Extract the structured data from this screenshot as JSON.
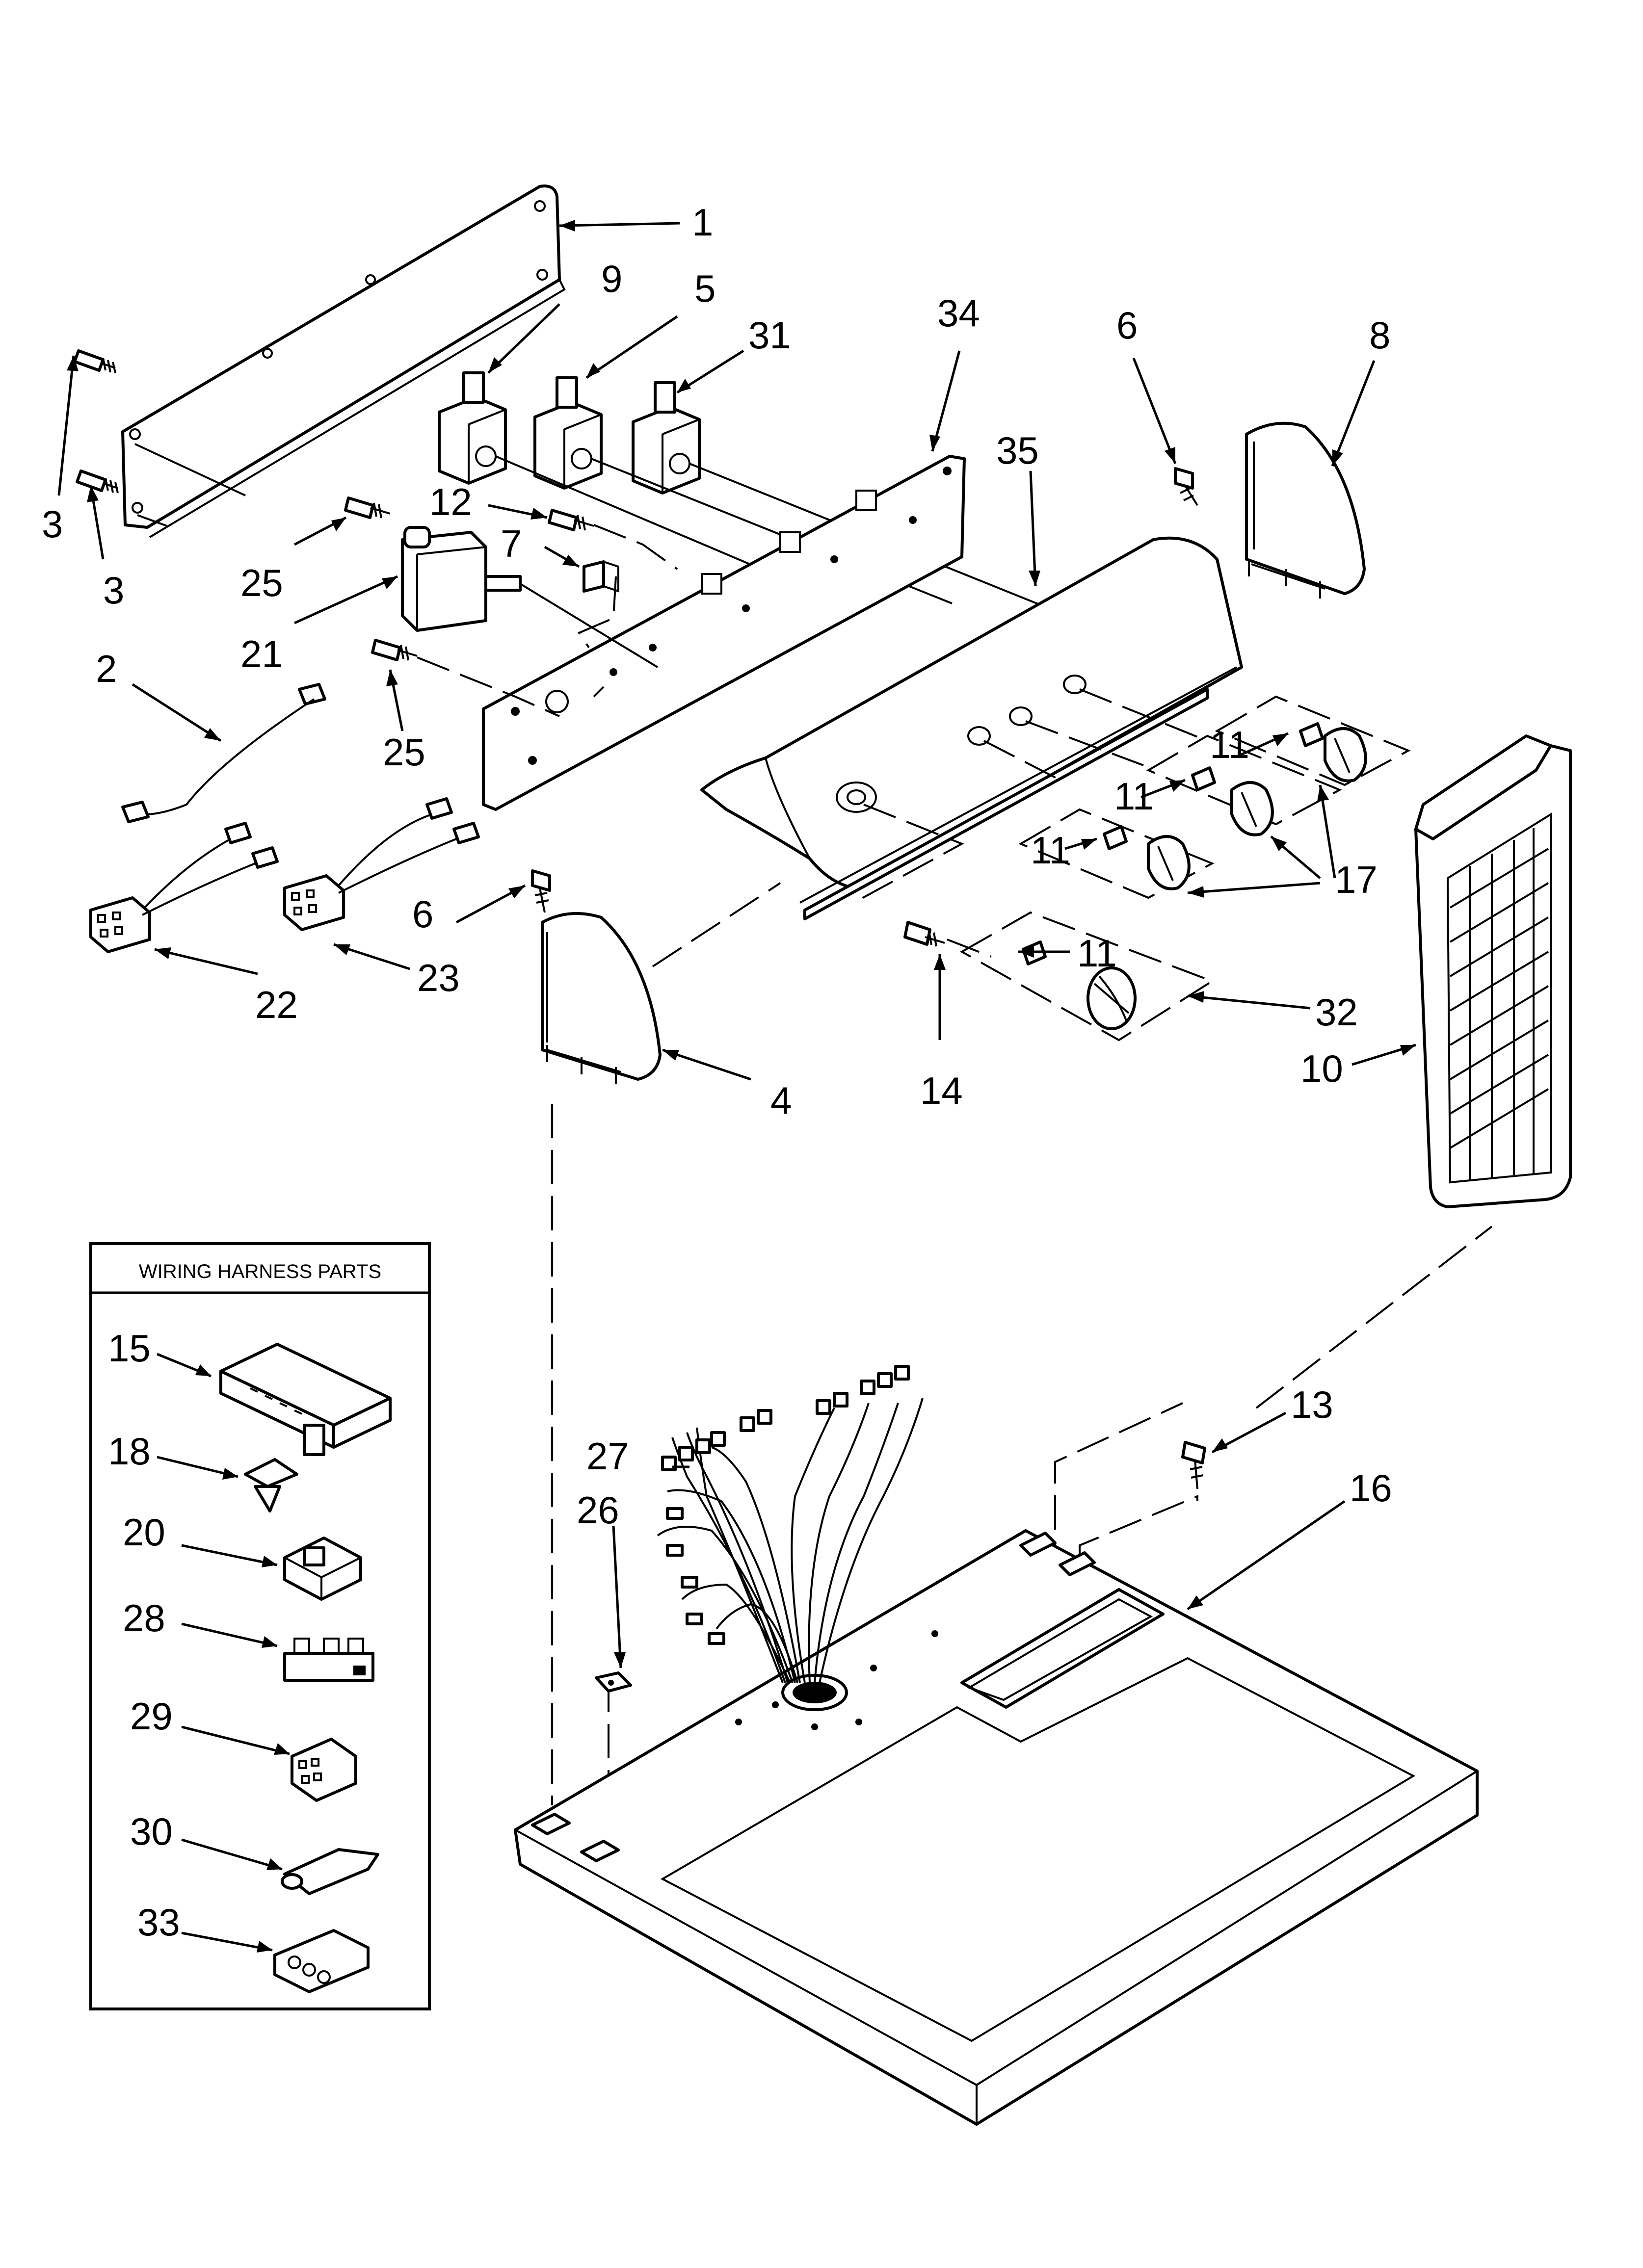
{
  "wiring_box": {
    "title": "WIRING HARNESS PARTS",
    "items": [
      "15",
      "18",
      "20",
      "28",
      "29",
      "30",
      "33"
    ]
  },
  "callouts": {
    "c1": "1",
    "c9": "9",
    "c5": "5",
    "c31": "31",
    "c34": "34",
    "c6a": "6",
    "c8": "8",
    "c3a": "3",
    "c3b": "3",
    "c25a": "25",
    "c12": "12",
    "c7": "7",
    "c21": "21",
    "c35": "35",
    "c2": "2",
    "c25b": "25",
    "c11a": "11",
    "c11b": "11",
    "c11c": "11",
    "c11d": "11",
    "c17": "17",
    "c6b": "6",
    "c22": "22",
    "c23": "23",
    "c4": "4",
    "c14": "14",
    "c32": "32",
    "c10": "10",
    "c27": "27",
    "c26": "26",
    "c13": "13",
    "c16": "16"
  }
}
